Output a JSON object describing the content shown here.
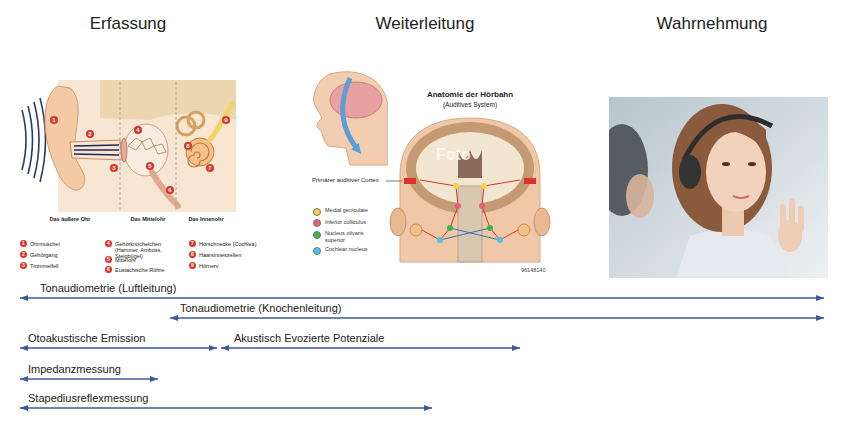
{
  "diagram": {
    "labels": [
      "Erfassung",
      "Weiterleitung",
      "Wahrnehmung",
      "Das äußere Ohr",
      "Das Mittelohr",
      "Das Innenohr",
      "1",
      "Ohrmuschel",
      "2",
      "Gehörgang",
      "3",
      "Trommelfell",
      "4",
      "Gehörknöchelchen (Hammer, Amboss, Steigbügel)",
      "5",
      "Mittelohr",
      "6",
      "Eustachische Röhre",
      "7",
      "Hörschnecke (Cochlea)",
      "8",
      "Haarsinneszellen",
      "9",
      "Hörnerv",
      "1",
      "2",
      "3",
      "4",
      "5",
      "6",
      "7",
      "8",
      "9",
      "Anatomie der Hörbahn",
      "(Auditives System)",
      "Primärer auditiver Cortex",
      "Foto",
      "96148140",
      "Tonaudiometrie (Luftleitung)",
      "Tonaudiometrie (Knochenleitung)",
      "Otoakustische Emission",
      "Akustisch Evozierte Potenziale",
      "Impedanzmessung",
      "Stapediusreflexmessung"
    ],
    "legend": [
      {
        "text": "Medial geniculate",
        "color": "#f2d649"
      },
      {
        "text": "Inferior colliculus",
        "color": "#e8607a"
      },
      {
        "text": "Nucleus olivaris superior",
        "color": "#3cb44b"
      },
      {
        "text": "Cochlear nucleus",
        "color": "#4fc3e8"
      }
    ]
  }
}
